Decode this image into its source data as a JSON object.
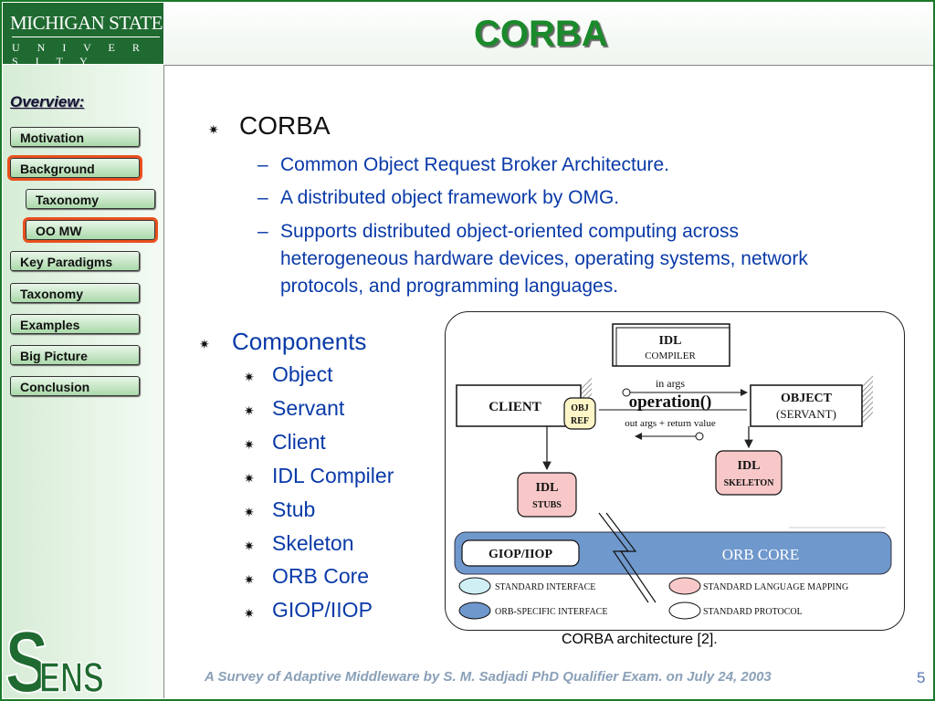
{
  "logo": {
    "name": "MICHIGAN STATE",
    "university": "U N I V E R S I T Y"
  },
  "title": "CORBA",
  "sidebar": {
    "heading": "Overview:",
    "items": [
      {
        "label": "Motivation"
      },
      {
        "label": "Background"
      },
      {
        "label": "Taxonomy"
      },
      {
        "label": "OO MW"
      },
      {
        "label": "Key Paradigms"
      },
      {
        "label": "Taxonomy"
      },
      {
        "label": "Examples"
      },
      {
        "label": "Big Picture"
      },
      {
        "label": "Conclusion"
      }
    ],
    "sens_logo": "SENS"
  },
  "main": {
    "section1": "CORBA",
    "sub1": [
      "Common Object Request Broker Architecture.",
      "A distributed object framework by OMG.",
      "Supports distributed object-oriented computing across heterogeneous hardware devices, operating systems, network protocols, and programming languages."
    ],
    "section2": "Components",
    "components": [
      "Object",
      "Servant",
      "Client",
      "IDL Compiler",
      "Stub",
      "Skeleton",
      "ORB Core",
      "GIOP/IIOP"
    ]
  },
  "diagram": {
    "idl_compiler": [
      "IDL",
      "COMPILER"
    ],
    "client": "CLIENT",
    "obj_ref": [
      "OBJ",
      "REF"
    ],
    "in_args": "in  args",
    "operation": "operation()",
    "out_args": "out  args + return  value",
    "object": [
      "OBJECT",
      "(SERVANT)"
    ],
    "idl_stubs": [
      "IDL",
      "STUBS"
    ],
    "idl_skeleton": [
      "IDL",
      "SKELETON"
    ],
    "giop": "GIOP/IIOP",
    "orb_core": "ORB  CORE",
    "legend": [
      "STANDARD  INTERFACE",
      "STANDARD  LANGUAGE  MAPPING",
      "ORB-SPECIFIC  INTERFACE",
      "STANDARD  PROTOCOL"
    ]
  },
  "caption": "CORBA architecture [2].",
  "footer": {
    "text": "A Survey of Adaptive Middleware by S. M. Sadjadi       PhD Qualifier Exam. on  July 24, 2003",
    "page": "5"
  }
}
